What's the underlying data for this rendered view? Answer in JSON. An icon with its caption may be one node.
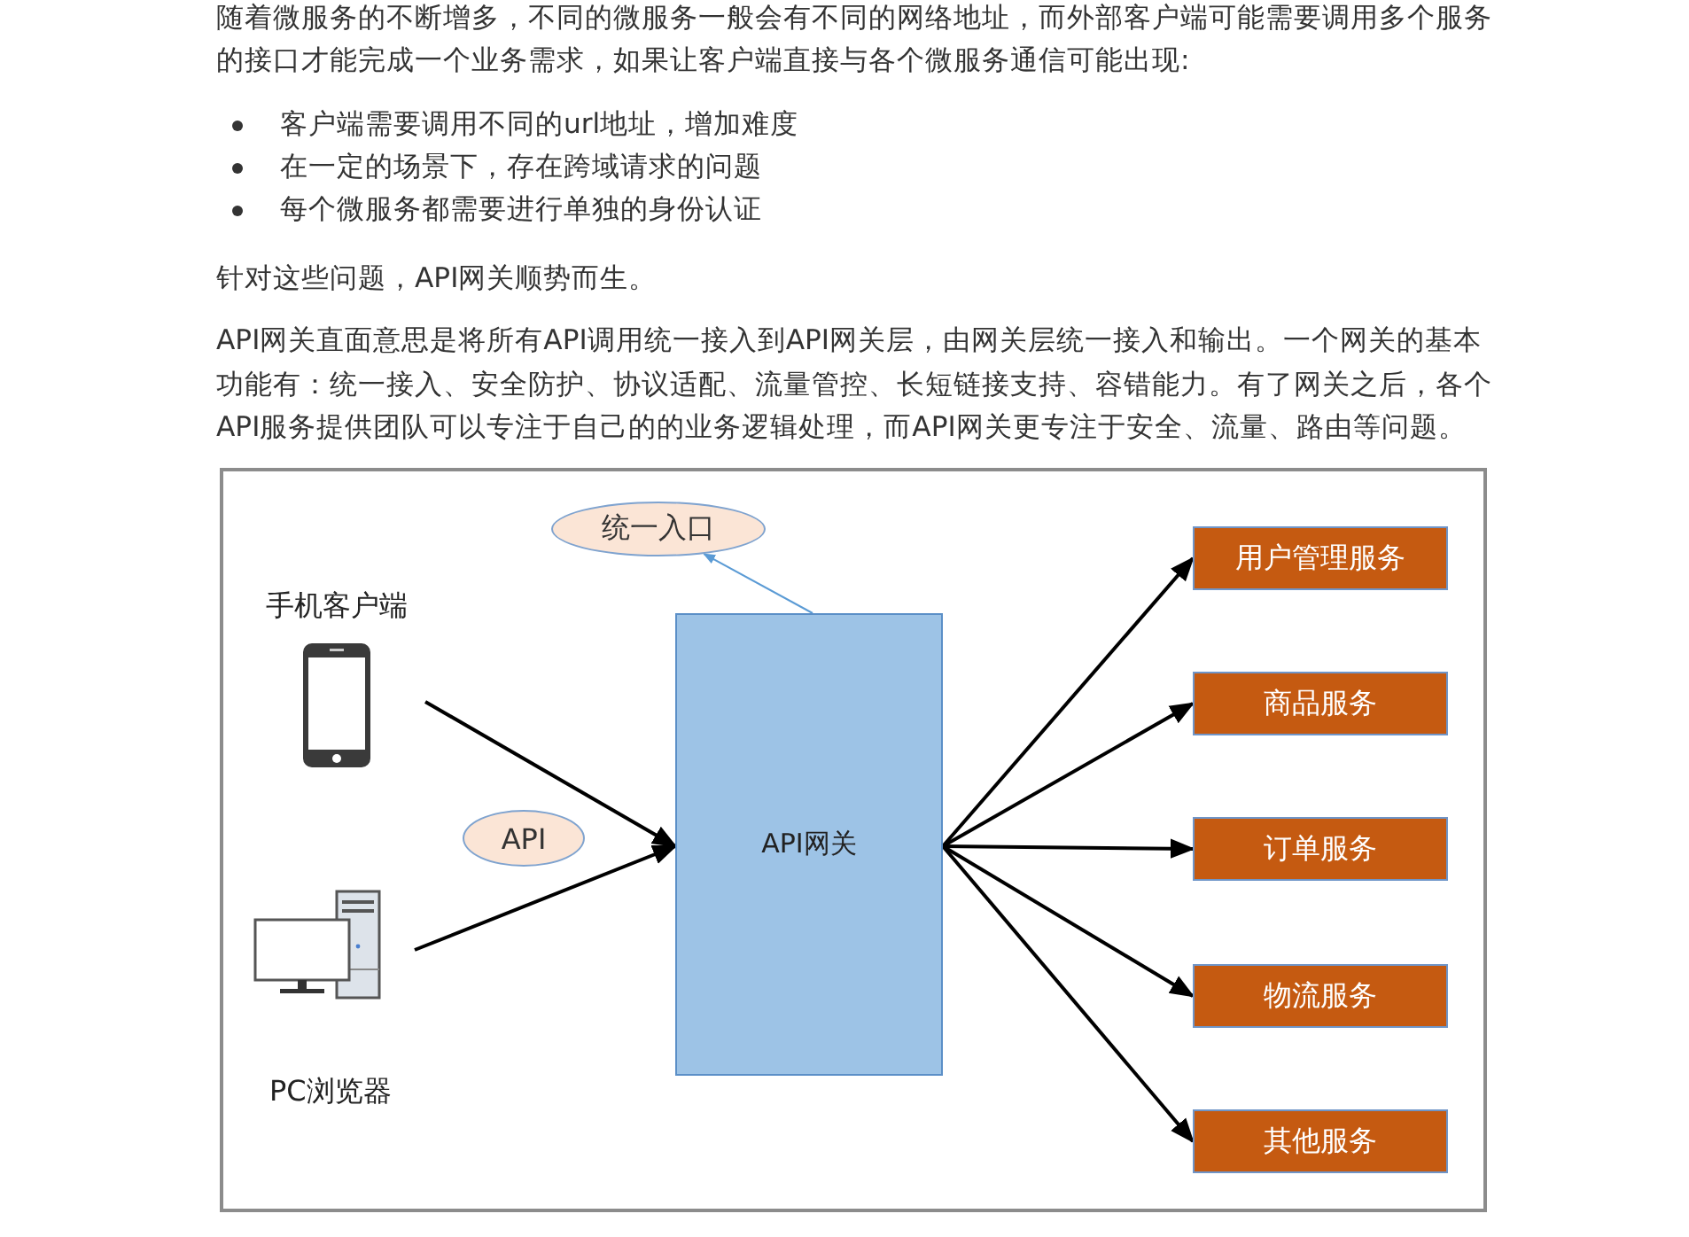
{
  "diagram": {
    "nodes": [
      {
        "text": [
          "手机客户端"
        ]
      },
      {
        "text": [
          "PC浏览器"
        ]
      },
      {
        "text": [
          "API网关"
        ]
      },
      {
        "text": [
          "统一入口"
        ]
      },
      {
        "text": [
          "API"
        ]
      },
      {
        "text": [
          "用户管理服务"
        ]
      },
      {
        "text": [
          "商品服务"
        ]
      },
      {
        "text": [
          "订单服务"
        ]
      },
      {
        "text": [
          "物流服务"
        ]
      },
      {
        "text": [
          "其他服务"
        ]
      }
    ],
    "edges": [
      {
        "from": 0,
        "to": 2,
        "arrow": "to"
      },
      {
        "from": 1,
        "to": 2,
        "arrow": "to"
      },
      {
        "from": 2,
        "to": 3,
        "arrow": "to",
        "color": "#5b9bd5"
      },
      {
        "from": 2,
        "to": 5,
        "arrow": "to"
      },
      {
        "from": 2,
        "to": 6,
        "arrow": "to"
      },
      {
        "from": 2,
        "to": 7,
        "arrow": "to"
      },
      {
        "from": 2,
        "to": 8,
        "arrow": "to"
      },
      {
        "from": 2,
        "to": 9,
        "arrow": "to"
      }
    ],
    "labels": [
      "随着微服务的不断增多，不同的微服务一般会有不同的网络地址，而外部客户端可能需要调用多个服务的接口才能完成一个业务需求，如果让客户端直接与各个微服务通信可能出现:",
      "客户端需要调用不同的url地址，增加难度",
      "在一定的场景下，存在跨域请求的问题",
      "每个微服务都需要进行单独的身份认证",
      "针对这些问题，API网关顺势而生。",
      "API网关直面意思是将所有API调用统一接入到API网关层，由网关层统一接入和输出。一个网关的基本功能有：统一接入、安全防护、协议适配、流量管控、长短链接支持、容错能力。有了网关之后，各个API服务提供团队可以专注于自己的的业务逻辑处理，而API网关更专注于安全、流量、路由等问题。"
    ]
  }
}
